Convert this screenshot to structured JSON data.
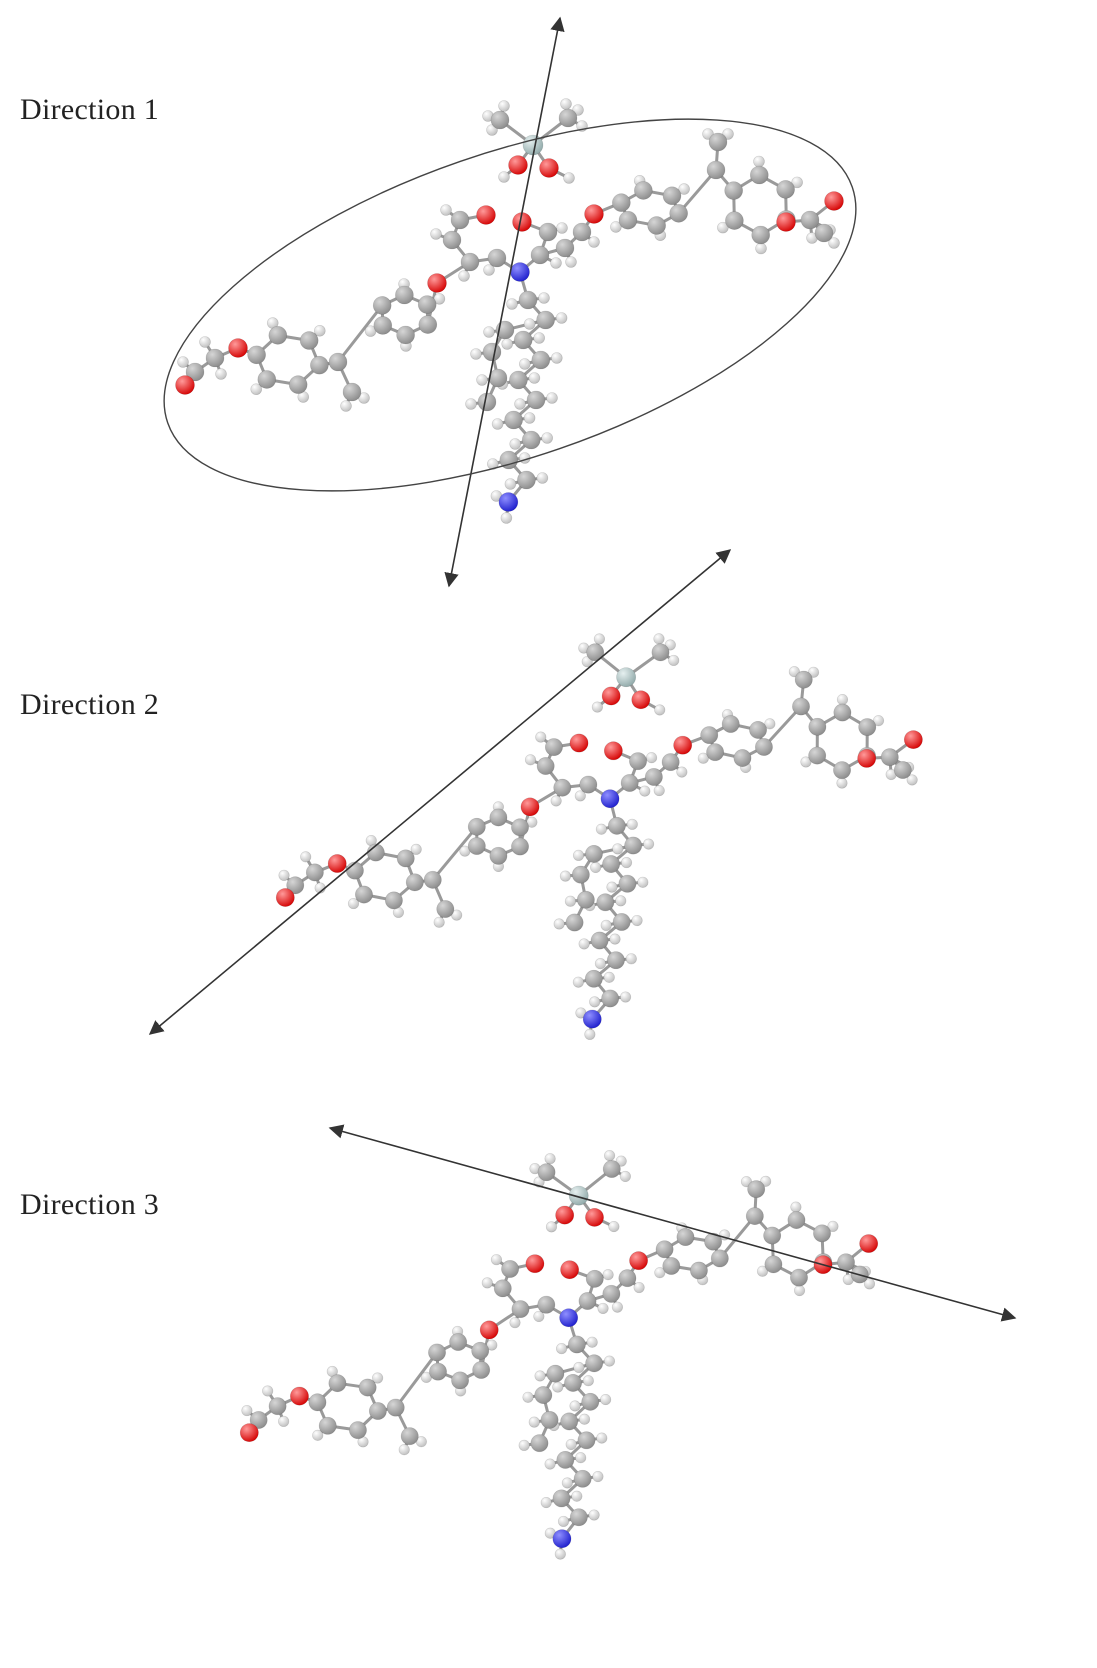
{
  "panels": [
    {
      "label": "Direction 1"
    },
    {
      "label": "Direction 2"
    },
    {
      "label": "Direction 3"
    }
  ],
  "colors": {
    "carbon": "#8a8a8a",
    "hydrogen": "#e2e2e2",
    "oxygen": "#d40000",
    "nitrogen": "#1d1dcc",
    "silicon": "#8fa8a8",
    "bond": "#9a9a9a",
    "axis": "#333333",
    "ellipse": "#444444"
  },
  "icons": {
    "axis_arrow": "arrow-icon",
    "atom": "sphere-atom-icon"
  }
}
